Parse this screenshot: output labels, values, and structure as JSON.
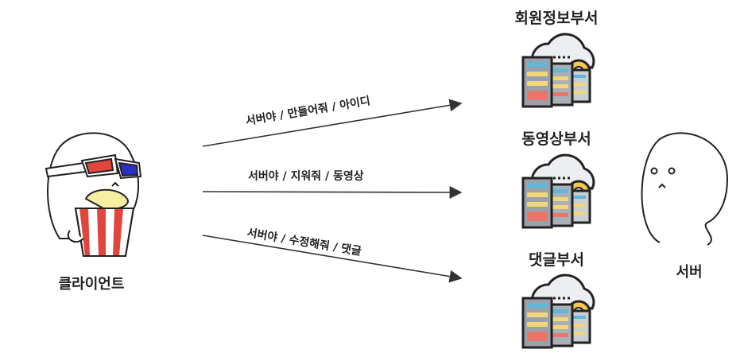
{
  "departments": [
    {
      "name": "회원정보부서"
    },
    {
      "name": "동영상부서"
    },
    {
      "name": "댓글부서"
    }
  ],
  "requests": [
    {
      "label": "서버야 / 만들어줘 / 아이디"
    },
    {
      "label": "서버야 / 지워줘 / 동영상"
    },
    {
      "label": "서버야 / 수정해줘 / 댓글"
    }
  ],
  "client": {
    "label": "클라이언트"
  },
  "server": {
    "label": "서버"
  },
  "colors": {
    "red": "#e2453c",
    "blue": "#2a2fc4",
    "popcorn": "#f6eea0",
    "rack": "#9aa1aa",
    "gear": "#f2c94c"
  }
}
